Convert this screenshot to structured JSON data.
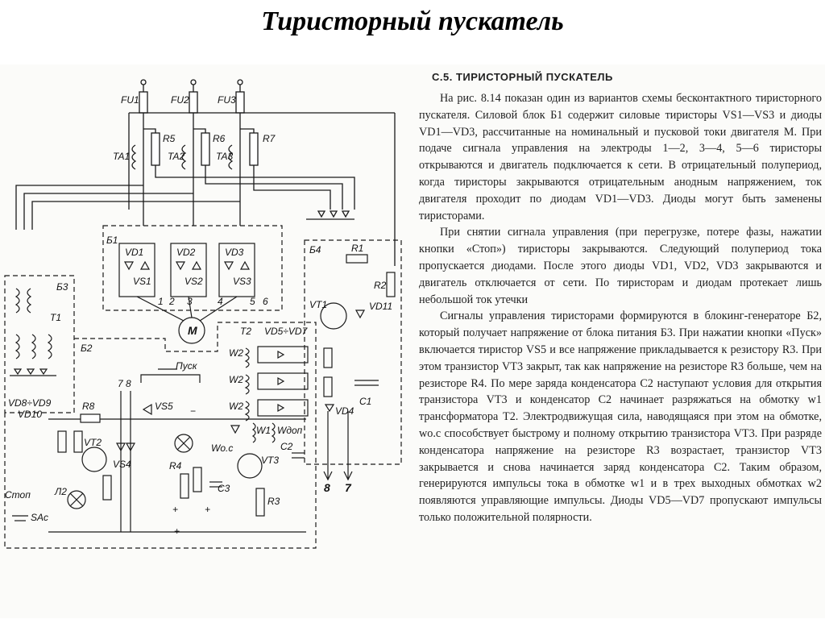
{
  "slide": {
    "title": "Тиристорный пускатель"
  },
  "article": {
    "heading": "С.5. ТИРИСТОРНЫЙ ПУСКАТЕЛЬ",
    "paragraphs": [
      "На рис. 8.14 показан один из вариантов схемы бесконтактного тиристорного пускателя. Силовой блок Б1 содержит силовые тиристоры VS1—VS3 и диоды VD1—VD3, рассчитанные на номинальный и пусковой токи двигателя М. При подаче сигнала управления на электроды 1—2, 3—4, 5—6 тиристоры открываются и двигатель подключается к сети. В отрицательный полупериод, когда тиристоры закрываются отрицательным анодным напряжением, ток двигателя проходит по диодам VD1—VD3. Диоды могут быть заменены тиристорами.",
      "При снятии сигнала управления (при перегрузке, потере фазы, нажатии кнопки «Стоп») тиристоры закрываются. Следующий полупериод тока пропускается диодами. После этого диоды VD1, VD2, VD3 закрываются и двигатель отключается от сети. По тиристорам и диодам протекает лишь небольшой ток утечки",
      "Сигналы управления тиристорами формируются в блокинг-генераторе Б2, который получает напряжение от блока питания Б3. При нажатии кнопки «Пуск» включается тиристор VS5 и все напряжение прикладывается к резистору R3. При этом транзистор VT3 закрыт, так как напряжение на резисторе R3 больше, чем на резисторе R4. По мере заряда конденсатора C2 наступают условия для открытия транзистора VT3 и конденсатор C2 начинает разряжаться на обмотку w1 трансформатора Т2. Электродвижущая сила, наводящаяся при этом на обмотке, wо.с способствует быстрому и полному открытию транзистора VT3. При разряде конденсатора напряжение на резисторе R3 возрастает, транзистор VT3 закрывается и снова начинается заряд конденсатора C2. Таким образом, генерируются импульсы тока в обмотке w1 и в трех выходных обмотках w2 появляются управляющие импульсы. Диоды VD5—VD7 пропускают импульсы только положительной полярности."
    ]
  },
  "schematic": {
    "fuses": [
      "FU1",
      "FU2",
      "FU3"
    ],
    "resistors_top": [
      "R5",
      "R6",
      "R7"
    ],
    "current_transformers": [
      "TA1",
      "TA2",
      "TA3"
    ],
    "block_b1": "Б1",
    "diodes_b1": [
      "VD1",
      "VD2",
      "VD3"
    ],
    "thyristors_b1": [
      "VS1",
      "VS2",
      "VS3"
    ],
    "gate_terminals": [
      "1",
      "2",
      "3",
      "4",
      "5",
      "6"
    ],
    "motor": "M",
    "block_b3": "Б3",
    "transformer_t1": "T1",
    "block_b2": "Б2",
    "transformer_t2": "T2",
    "diodes_t2": "VD5÷VD7",
    "winding_w2": "W2",
    "start_button": "Пуск",
    "thyristor_vs5": "VS5",
    "resistor_r8": "R8",
    "terminals_78": "7 8",
    "rectifier_diodes": "VD8÷VD9",
    "diode_vd10": "VD10",
    "transistor_vt2": "VT2",
    "thyristor_vs4": "VS4",
    "lamp_l2": "Л2",
    "stop_button": "Стоп",
    "sa": "SAс",
    "resistor_r4": "R4",
    "winding_woc": "Wо.с",
    "transistor_vt3": "VT3",
    "capacitor_c3": "C3",
    "resistor_r3": "R3",
    "winding_w1": "W1",
    "winding_wdop": "Wдоп",
    "capacitor_c2": "C2",
    "block_b4": "Б4",
    "resistor_r1": "R1",
    "resistor_r2": "R2",
    "transistor_vt1": "VT1",
    "diode_vd11": "VD11",
    "capacitor_c1": "C1",
    "diode_vd4": "VD4",
    "out_8": "8",
    "out_7": "7",
    "plus": "+",
    "minus": "−"
  }
}
